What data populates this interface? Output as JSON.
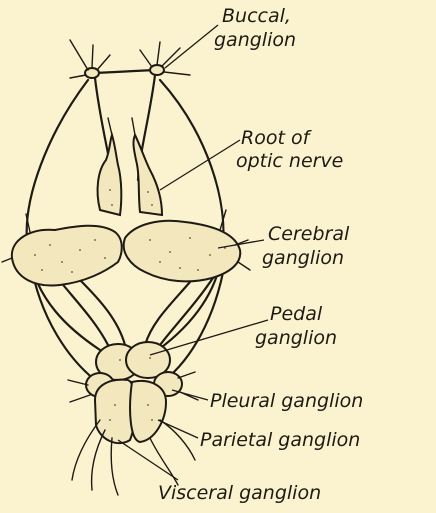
{
  "labels": {
    "buccal_line1": "Buccal,",
    "buccal_line2": "ganglion",
    "optic_line1": "Root of",
    "optic_line2": "optic nerve",
    "cerebral_line1": "Cerebral",
    "cerebral_line2": "ganglion",
    "pedal_line1": "Pedal",
    "pedal_line2": "ganglion",
    "pleural": "Pleural ganglion",
    "parietal": "Parietal ganglion",
    "visceral": "Visceral ganglion"
  }
}
